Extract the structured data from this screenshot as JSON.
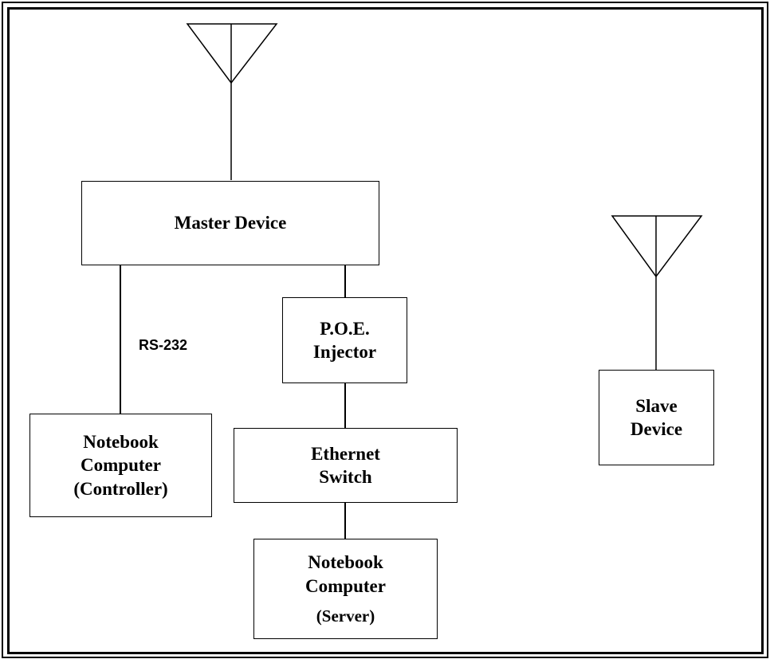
{
  "diagram": {
    "master": {
      "label": "Master Device"
    },
    "poe": {
      "line1": "P.O.E.",
      "line2": "Injector"
    },
    "switch": {
      "line1": "Ethernet",
      "line2": "Switch"
    },
    "controller": {
      "line1": "Notebook",
      "line2": "Computer",
      "line3": "(Controller)"
    },
    "server": {
      "line1": "Notebook",
      "line2": "Computer",
      "line3": "(Server)"
    },
    "slave": {
      "line1": "Slave",
      "line2": "Device"
    },
    "link_label": "RS-232"
  }
}
